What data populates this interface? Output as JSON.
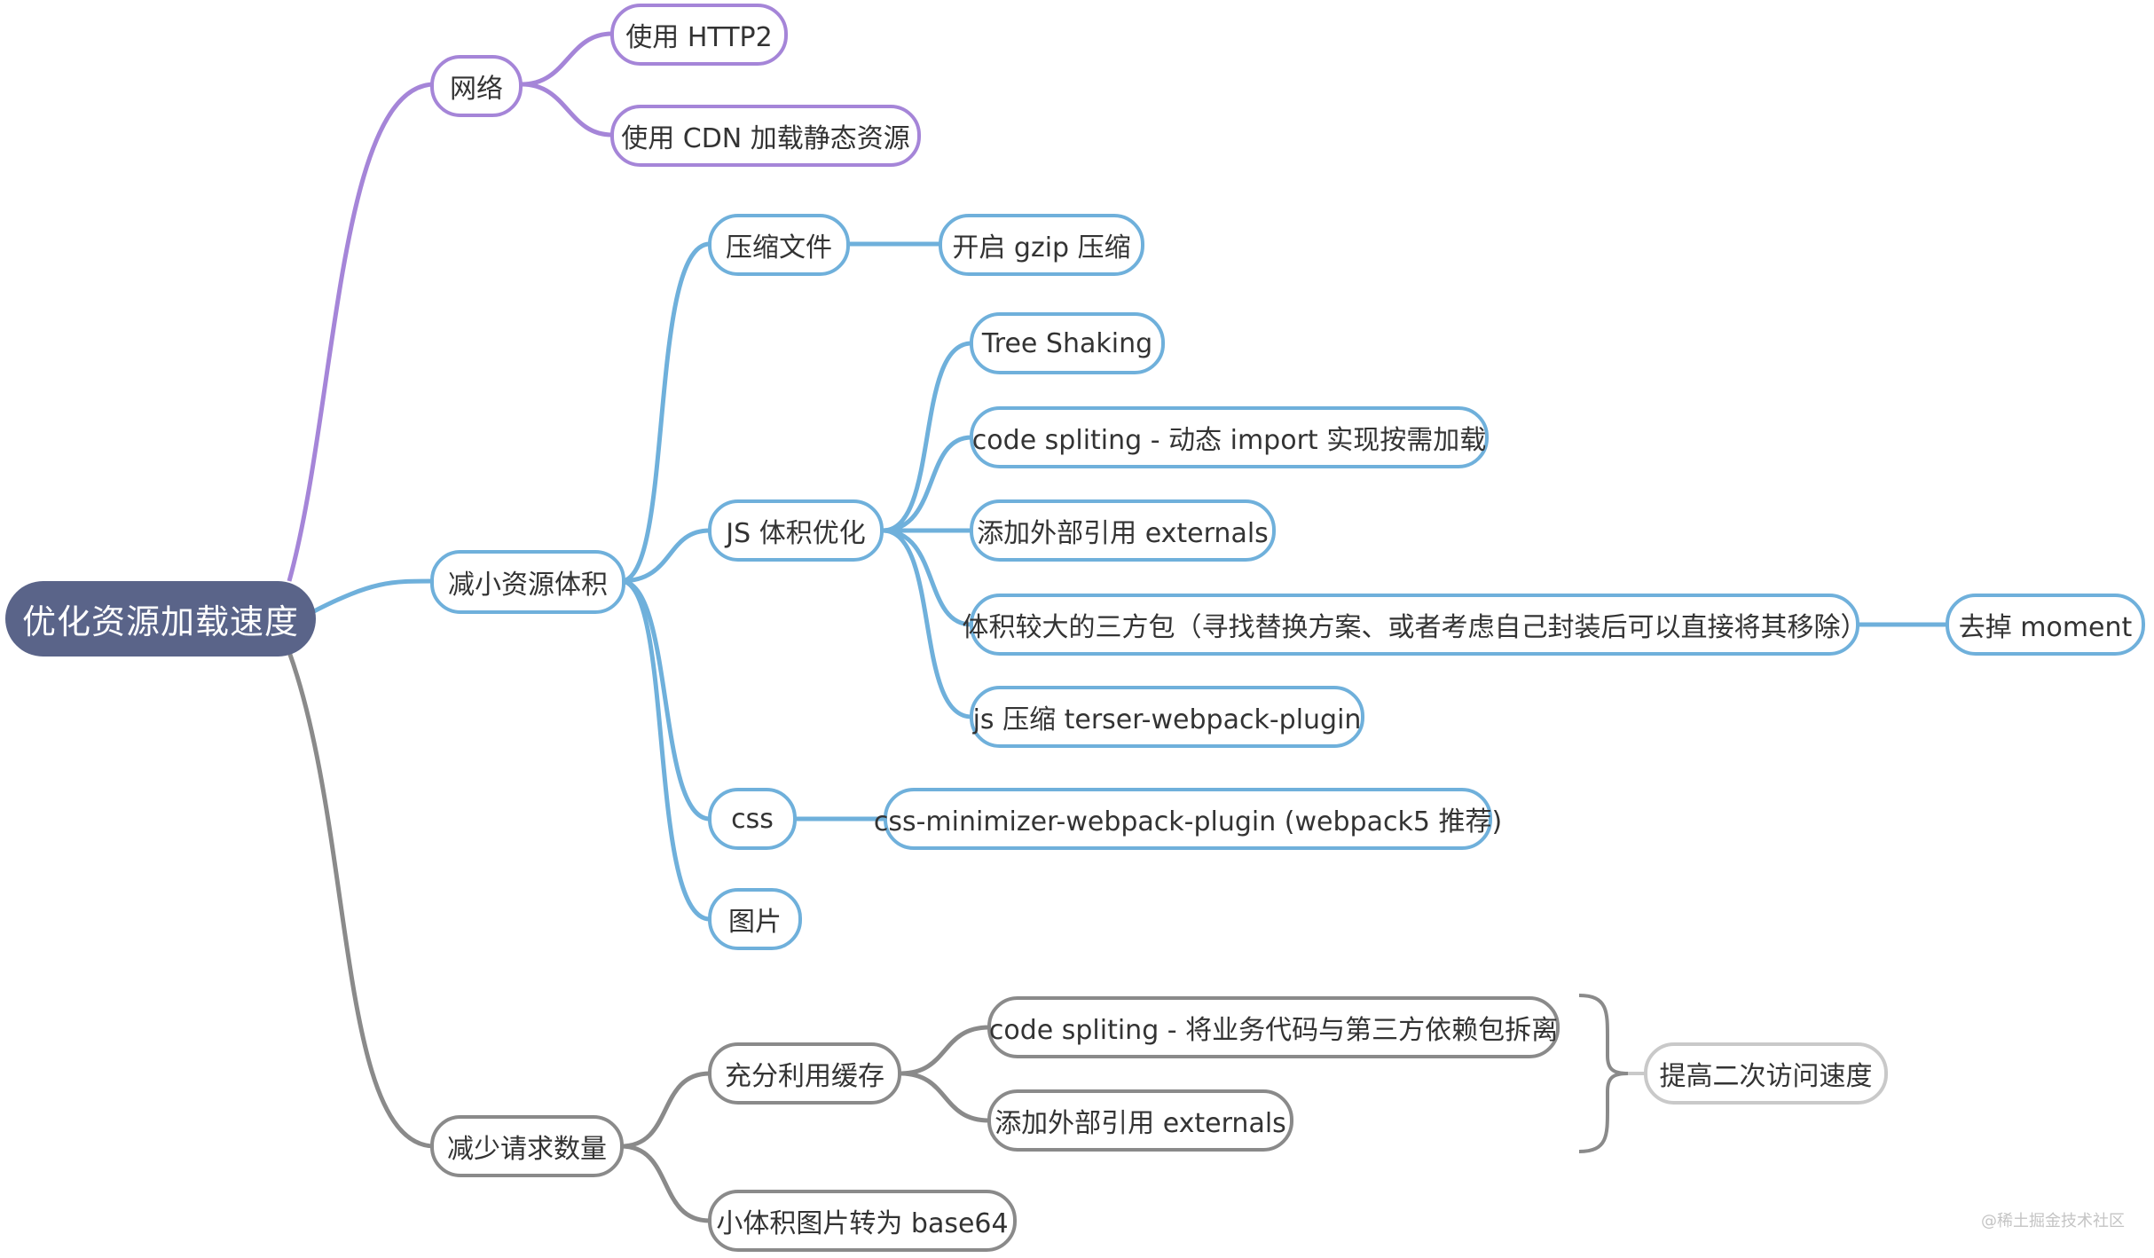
{
  "root": {
    "label": "优化资源加载速度"
  },
  "branches": {
    "network": {
      "label": "网络",
      "children": [
        "使用 HTTP2",
        "使用 CDN 加载静态资源"
      ]
    },
    "reduce_size": {
      "label": "减小资源体积",
      "compress": {
        "label": "压缩文件",
        "child": "开启 gzip 压缩"
      },
      "js": {
        "label": "JS 体积优化",
        "children": [
          "Tree Shaking",
          "code spliting - 动态 import 实现按需加载",
          "添加外部引用 externals",
          "体积较大的三方包（寻找替换方案、或者考虑自己封装后可以直接将其移除）",
          "js 压缩 terser-webpack-plugin"
        ],
        "third_party_child": "去掉 moment"
      },
      "css": {
        "label": "css",
        "child": "css-minimizer-webpack-plugin (webpack5 推荐)"
      },
      "image": {
        "label": "图片"
      }
    },
    "reduce_requests": {
      "label": "减少请求数量",
      "cache": {
        "label": "充分利用缓存",
        "children": [
          "code spliting - 将业务代码与第三方依赖包拆离",
          "添加外部引用 externals"
        ],
        "summary": "提高二次访问速度"
      },
      "base64": {
        "label": "小体积图片转为 base64"
      }
    }
  },
  "watermark": "@稀土掘金技术社区",
  "colors": {
    "root_fill": "#5a6489",
    "network": "#a585d8",
    "reduce_size": "#6fb0db",
    "reduce_requests": "#8a8a8a",
    "summary": "#c9c9c9"
  }
}
